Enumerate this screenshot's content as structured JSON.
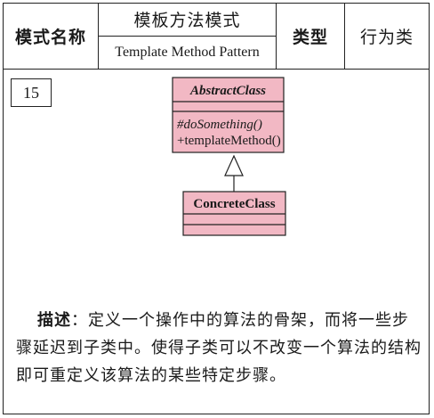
{
  "header": {
    "label": "模式名称",
    "name_zh": "模板方法模式",
    "name_en": "Template Method Pattern",
    "type_label": "类型",
    "type_value": "行为类"
  },
  "pattern_number": "15",
  "diagram": {
    "abstract_class": {
      "name": "AbstractClass",
      "methods": [
        "#doSomething()",
        "+templateMethod()"
      ]
    },
    "concrete_class": {
      "name": "ConcreteClass"
    },
    "colors": {
      "class_fill": "#f2b8c4",
      "stroke": "#222222"
    }
  },
  "description": {
    "keyword": "描述",
    "separator": "：",
    "text": "定义一个操作中的算法的骨架，而将一些步骤延迟到子类中。使得子类可以不改变一个算法的结构即可重定义该算法的某些特定步骤。"
  }
}
